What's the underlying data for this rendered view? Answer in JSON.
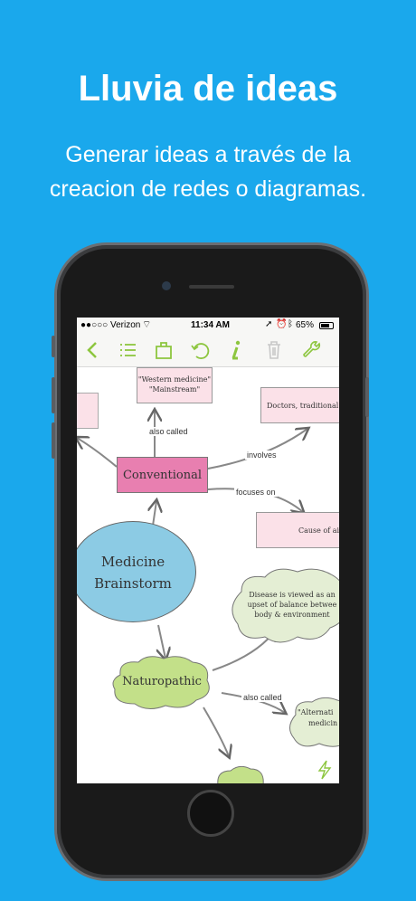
{
  "promo": {
    "title": "Lluvia de ideas",
    "subtitle_line1": "Generar ideas a través de la",
    "subtitle_line2": "creacion de redes o diagramas."
  },
  "status_bar": {
    "carrier": "●●○○○ Verizon",
    "time": "11:34 AM",
    "battery": "65%"
  },
  "toolbar": {
    "icons": [
      "chevron-left-icon",
      "outline-list-icon",
      "share-icon",
      "undo-icon",
      "info-icon",
      "trash-icon",
      "wrench-icon"
    ]
  },
  "mindmap": {
    "central": {
      "line1": "Medicine",
      "line2": "Brainstorm"
    },
    "conventional": "Conventional",
    "western": {
      "line1": "\"Western medicine\"",
      "line2": "\"Mainstream\""
    },
    "doctors": "Doctors, traditional",
    "cause": "Cause of ai",
    "naturopathic": "Naturopathic",
    "disease": {
      "line1": "Disease is viewed as an",
      "line2": "upset of balance betwee",
      "line3": "body & environment"
    },
    "alternative": {
      "line1": "\"Alternati",
      "line2": "medicin"
    },
    "link_also_called_1": "also called",
    "link_involves": "involves",
    "link_focuses_on": "focuses on",
    "link_also_called_2": "also called"
  },
  "colors": {
    "background": "#1aa8ec",
    "accent_green": "#8dc63f",
    "node_pink": "#e87fb0",
    "node_light_pink": "#fbe1e8",
    "node_blue": "#8ccbe4",
    "node_green": "#c3e089",
    "node_pale_green": "#e4eed4"
  }
}
